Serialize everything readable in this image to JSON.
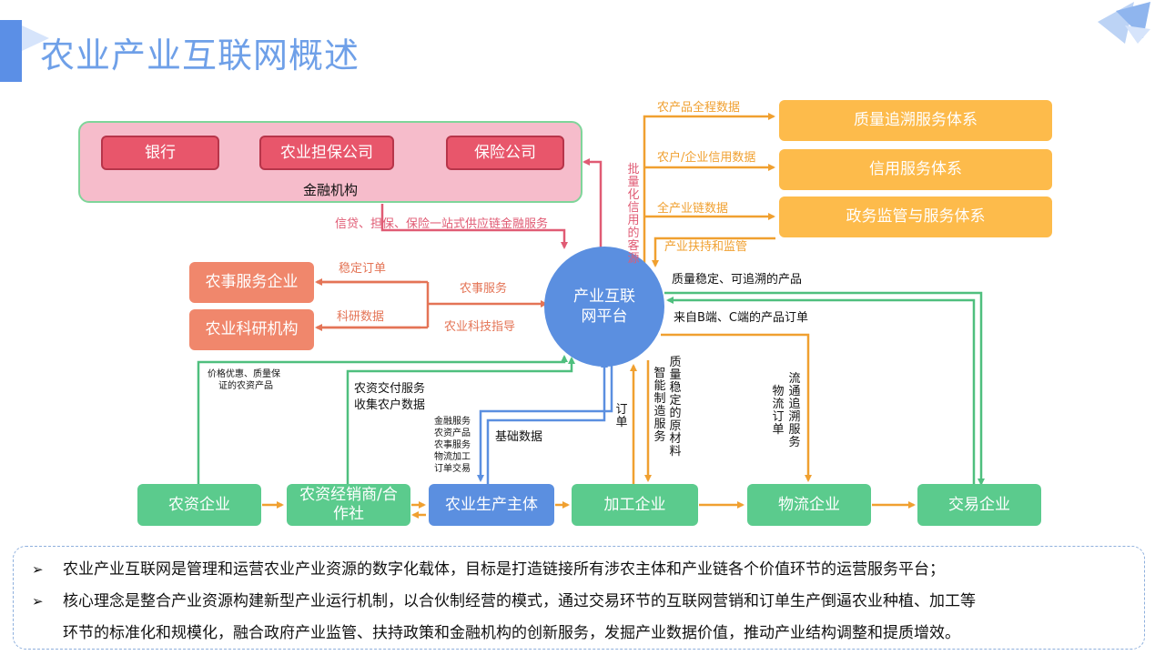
{
  "page": {
    "title": "农业产业互联网概述"
  },
  "colors": {
    "accent": "#5b8fe0",
    "finance": "#e8566b",
    "service": "#fdbb4b",
    "support": "#f0876c",
    "chain": "#5bcb8d"
  },
  "finance": {
    "group_label": "金融机构",
    "items": [
      "银行",
      "农业担保公司",
      "保险公司"
    ]
  },
  "hub": {
    "line1": "产业互联",
    "line2": "网平台"
  },
  "services": [
    "质量追溯服务体系",
    "信用服务体系",
    "政务监管与服务体系"
  ],
  "service_flows": [
    "农产品全程数据",
    "农户/企业信用数据",
    "全产业链数据",
    "产业扶持和监管"
  ],
  "support_orgs": [
    "农事服务企业",
    "农业科研机构"
  ],
  "chain": [
    "农资企业",
    "农资经销商/合作社",
    "农业生产主体",
    "加工企业",
    "物流企业",
    "交易企业"
  ],
  "flows": {
    "credit_source": "批量化信用的客源",
    "finance_services": "信贷、担保、保险一站式供应链金融服务",
    "stable_orders": "稳定订单",
    "research_data": "科研数据",
    "farm_service": "农事服务",
    "tech_guidance": "农业科技指导",
    "quality_products": "质量稳定、可追溯的产品",
    "bc_orders": "来自B端、C端的产品订单",
    "input_products_line1": "价格优惠、质量保",
    "input_products_line2": "证的农资产品",
    "input_delivery": "农资交付服务",
    "collect_data": "收集农户数据",
    "producer_services": [
      "金融服务",
      "农资产品",
      "农事服务",
      "物流加工",
      "订单交易"
    ],
    "basic_data": "基础数据",
    "orders": "订单",
    "materials": "质量稳定的原材料",
    "smart_mfg": "智能制造服务",
    "traceability": "流通追溯服务",
    "logistics_orders": "物流订单"
  },
  "summary": {
    "bullet": "➢",
    "p1": "农业产业互联网是管理和运营农业产业资源的数字化载体，目标是打造链接所有涉农主体和产业链各个价值环节的运营服务平台；",
    "p2a": "核心理念是整合产业资源构建新型产业运行机制，以合伙制经营的模式，通过交易环节的互联网营销和订单生产倒逼农业种植、加工等",
    "p2b": "环节的标准化和规模化，融合政府产业监管、扶持政策和金融机构的创新服务，发掘产业数据价值，推动产业结构调整和提质增效。"
  }
}
